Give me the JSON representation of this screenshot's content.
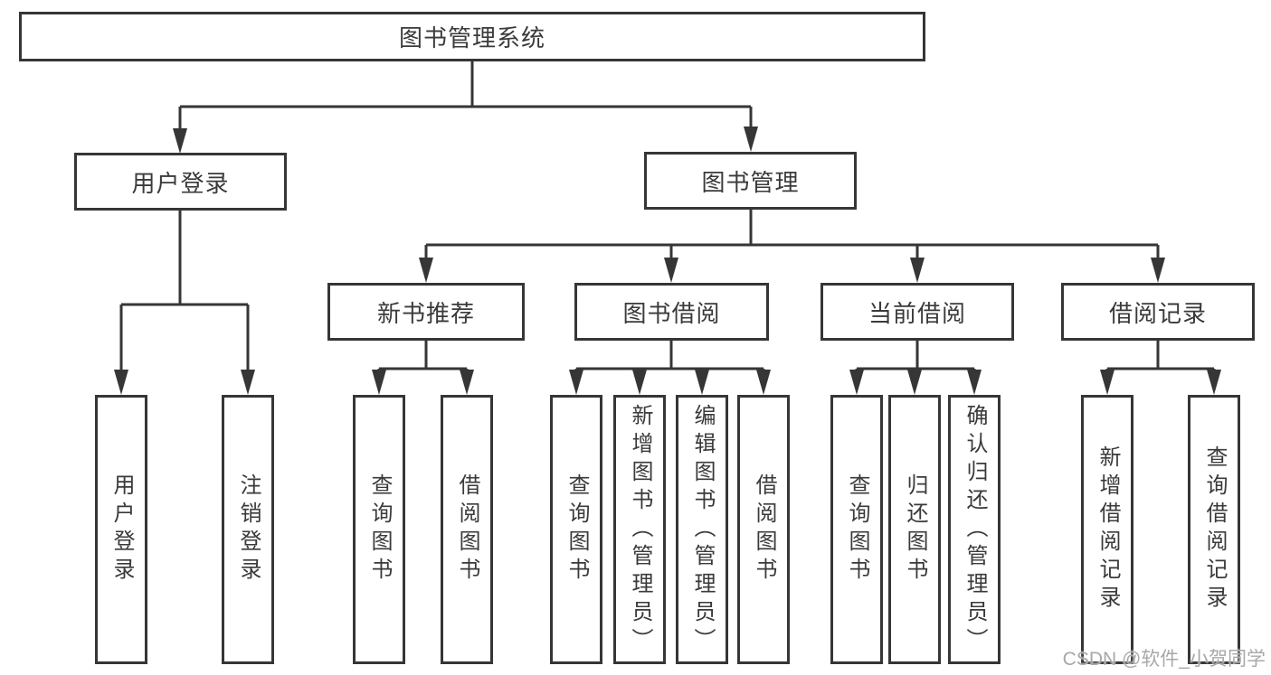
{
  "tree": {
    "label": "图书管理系统",
    "children": [
      {
        "label": "用户登录",
        "children": [
          {
            "label": "用户登录"
          },
          {
            "label": "注销登录"
          }
        ]
      },
      {
        "label": "图书管理",
        "children": [
          {
            "label": "新书推荐",
            "children": [
              {
                "label": "查询图书"
              },
              {
                "label": "借阅图书"
              }
            ]
          },
          {
            "label": "图书借阅",
            "children": [
              {
                "label": "查询图书"
              },
              {
                "label": "新增图书（管理员）"
              },
              {
                "label": "编辑图书（管理员）"
              },
              {
                "label": "借阅图书"
              }
            ]
          },
          {
            "label": "当前借阅",
            "children": [
              {
                "label": "查询图书"
              },
              {
                "label": "归还图书"
              },
              {
                "label": "确认归还（管理员）"
              }
            ]
          },
          {
            "label": "借阅记录",
            "children": [
              {
                "label": "新增借阅记录"
              },
              {
                "label": "查询借阅记录"
              }
            ]
          }
        ]
      }
    ]
  },
  "watermark": {
    "text": "CSDN @软件_小贺同学"
  },
  "colors": {
    "line": "#363636",
    "box_border": "#363636",
    "text": "#3a3a3a",
    "background": "#ffffff",
    "watermark": "#a8a8a8"
  }
}
